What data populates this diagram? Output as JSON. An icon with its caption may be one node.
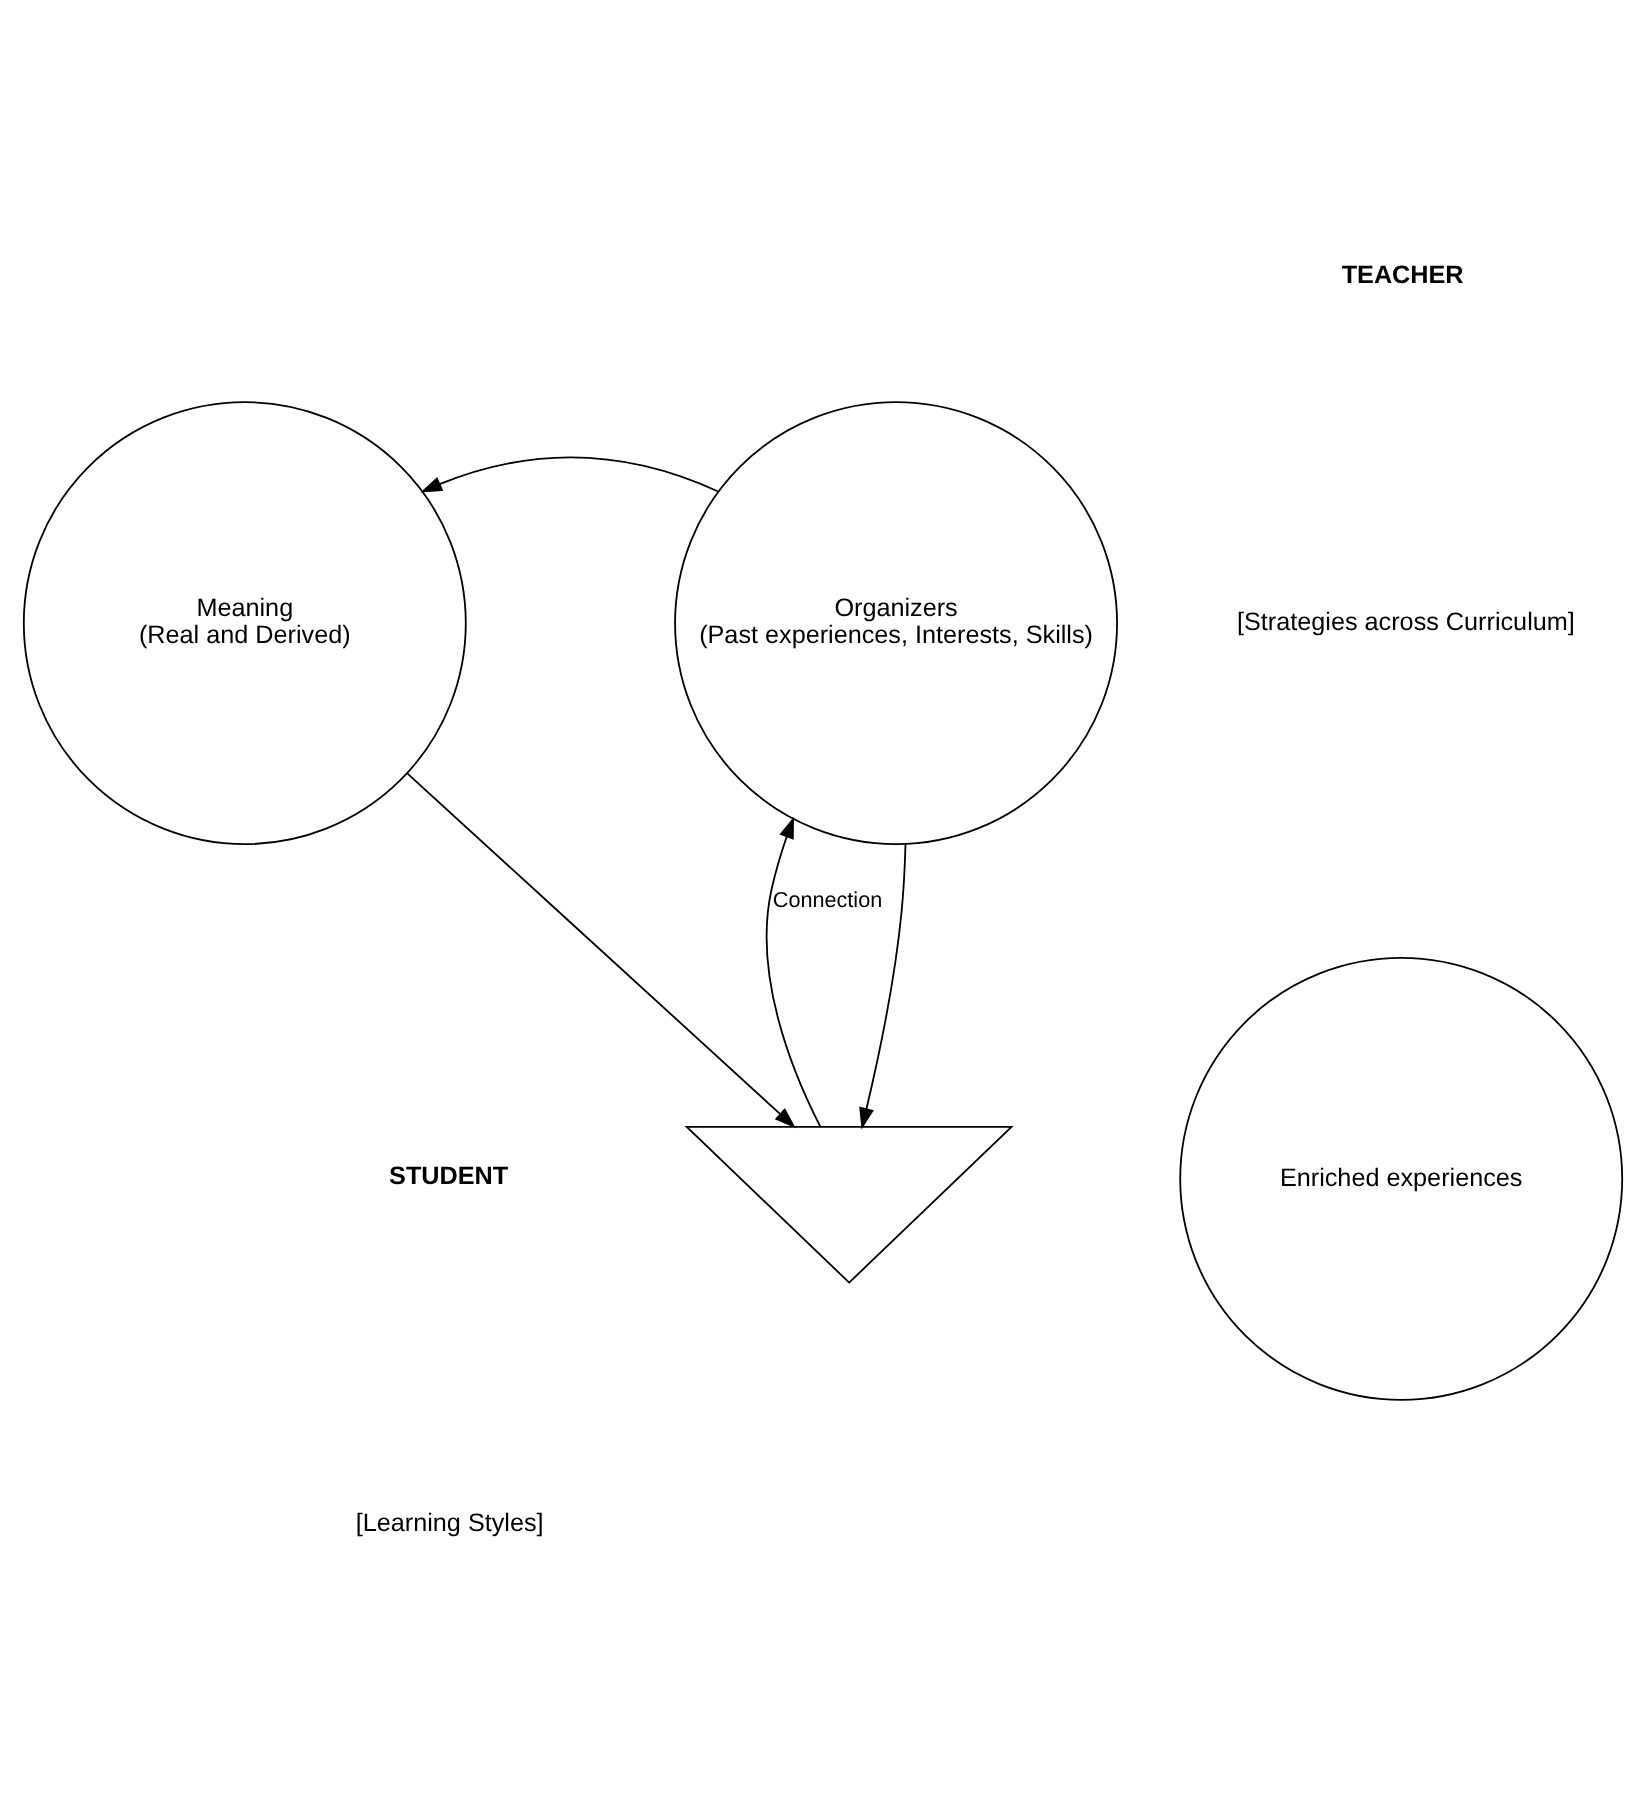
{
  "diagram": {
    "nodes": [
      {
        "text": [],
        "shape": "triangle"
      },
      {
        "text": [
          "Enriched experiences"
        ]
      },
      {
        "text": [
          "Organizers",
          "(Past experiences, Interests, Skills)"
        ]
      },
      {
        "text": [
          "Meaning",
          "(Real and Derived)"
        ]
      }
    ],
    "edges": [
      {
        "from": 0,
        "to": 2,
        "arrow": "to",
        "label": "Connection"
      },
      {
        "from": 2,
        "to": 0,
        "arrow": "to"
      },
      {
        "from": 2,
        "to": 3,
        "arrow": "to"
      },
      {
        "from": 3,
        "to": 0,
        "arrow": "to"
      }
    ],
    "labels": [
      "TEACHER",
      "[Strategies across Curriculum]",
      "STUDENT",
      "[Learning Styles]"
    ]
  }
}
